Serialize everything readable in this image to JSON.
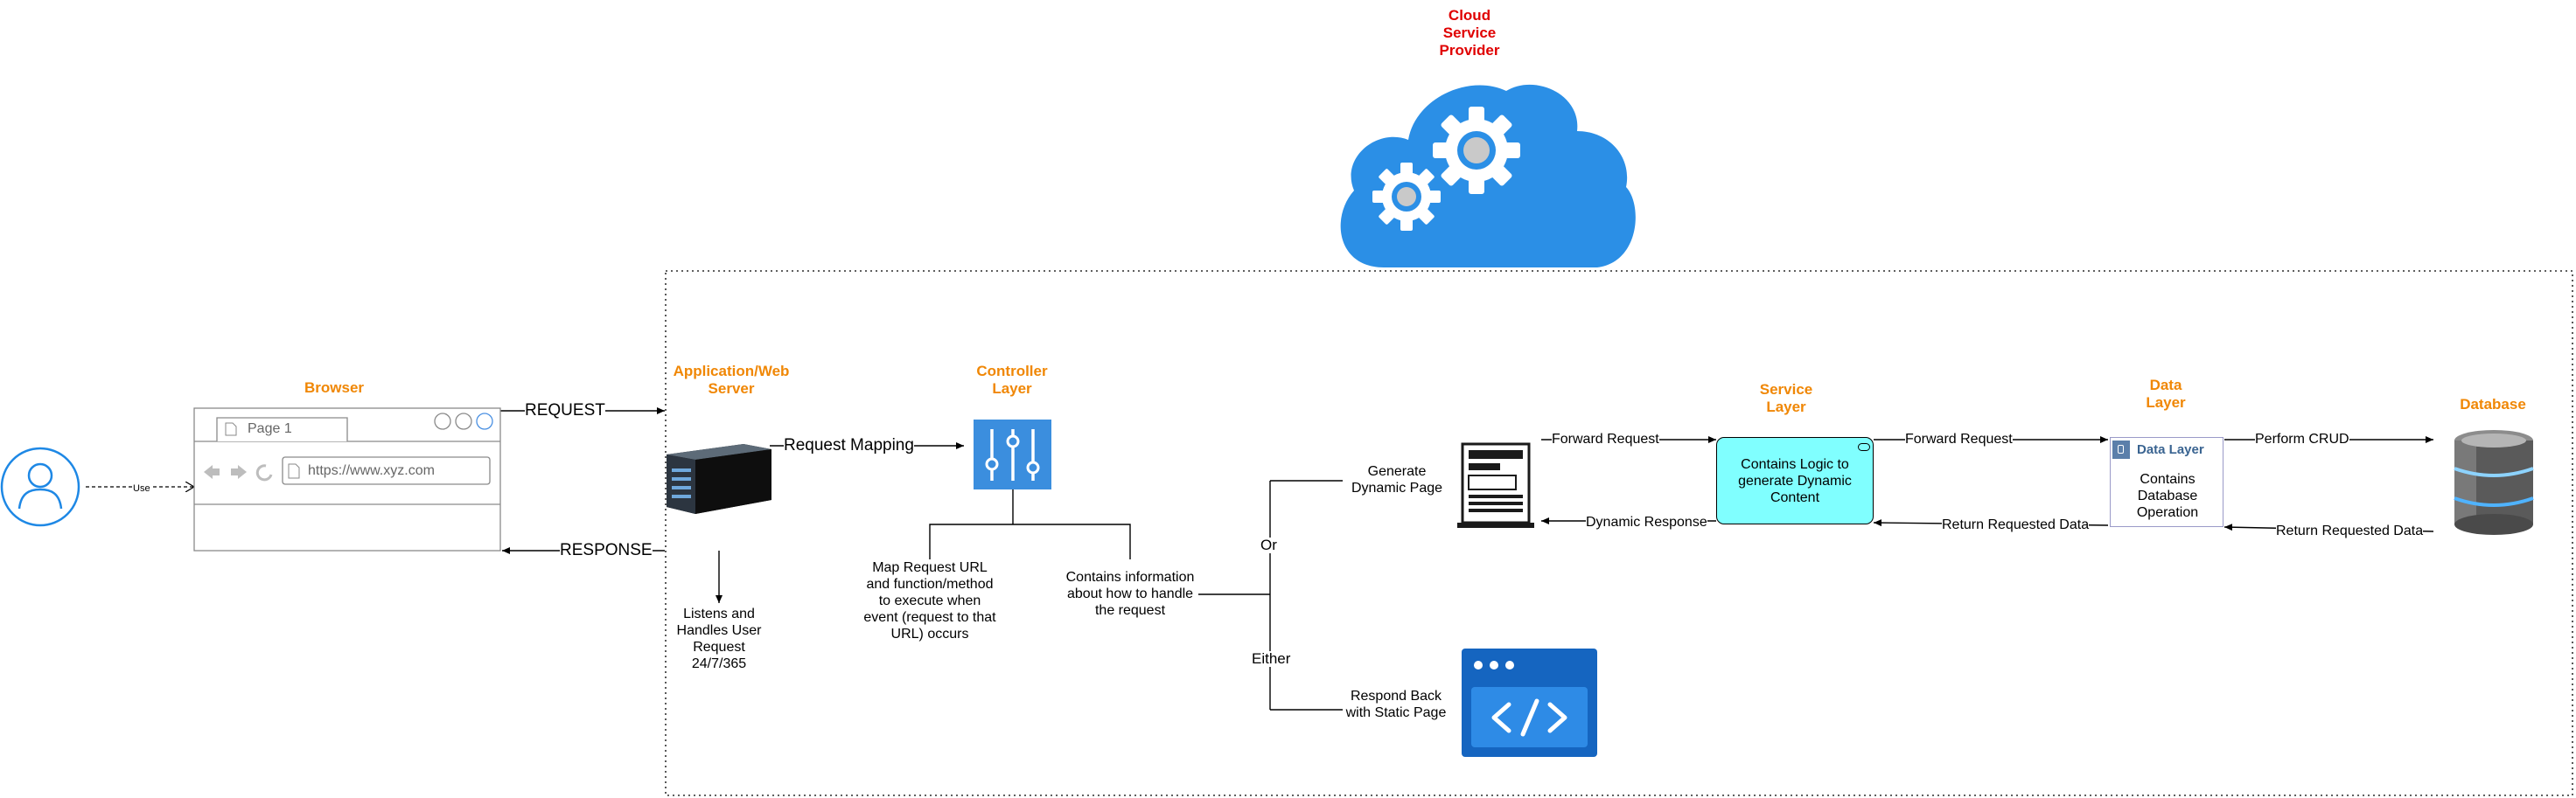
{
  "cloud": {
    "title": "Cloud\nService\nProvider",
    "icon": "cloud-gears-icon"
  },
  "user": {
    "icon": "user-icon",
    "edge_label": "Use"
  },
  "browser": {
    "title": "Browser",
    "tab_label": "Page 1",
    "url": "https://www.xyz.com"
  },
  "request_label": "REQUEST",
  "response_label": "RESPONSE",
  "app_server": {
    "title": "Application/Web\nServer",
    "icon": "server-icon",
    "note": "Listens and\nHandles User\nRequest\n24/7/365"
  },
  "request_mapping_label": "Request Mapping",
  "controller": {
    "title": "Controller\nLayer",
    "icon": "sliders-icon",
    "note_map": "Map Request URL\nand function/method\nto execute when\nevent (request to that\nURL) occurs",
    "note_info": "Contains information\nabout how to handle\nthe request"
  },
  "branch": {
    "or_label": "Or",
    "either_label": "Either",
    "dynamic_label": "Generate\nDynamic Page",
    "static_label": "Respond Back\nwith Static Page"
  },
  "web_page_icon": "web-page-icon",
  "static_page_icon": "code-window-icon",
  "service": {
    "title": "Service\nLayer",
    "box_text": "Contains Logic to\ngenerate Dynamic\nContent"
  },
  "data_layer": {
    "title": "Data\nLayer",
    "header": "Data Layer",
    "body": "Contains\nDatabase\nOperation"
  },
  "database": {
    "title": "Database",
    "icon": "database-icon"
  },
  "edges": {
    "forward_request_1": "Forward Request",
    "forward_request_2": "Forward Request",
    "perform_crud": "Perform CRUD",
    "dynamic_response": "Dynamic Response",
    "return_requested_data_1": "Return Requested Data",
    "return_requested_data_2": "Return Requested Data"
  },
  "colors": {
    "orange": "#f08705",
    "red": "#e00000",
    "service_fill": "#80ffff",
    "cloud_blue": "#2b8fe6",
    "controller_blue": "#3b8ede",
    "code_window_blue": "#1565c0",
    "user_blue": "#1e88e5"
  }
}
